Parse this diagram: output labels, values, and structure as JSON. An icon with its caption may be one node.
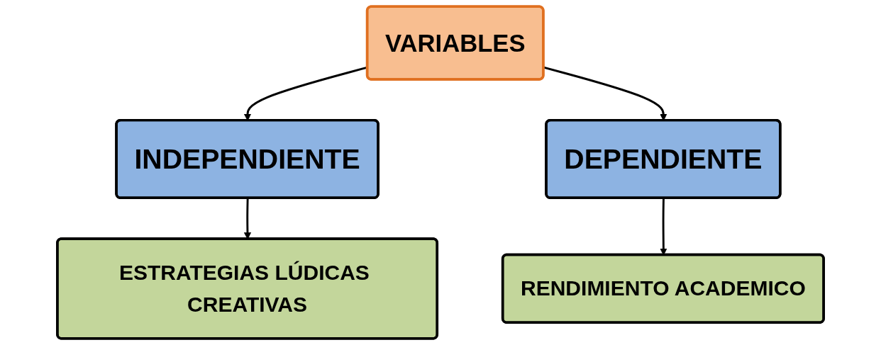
{
  "diagram": {
    "nodes": [
      {
        "text": [
          "VARIABLES"
        ]
      },
      {
        "text": [
          "INDEPENDIENTE"
        ]
      },
      {
        "text": [
          "DEPENDIENTE"
        ]
      },
      {
        "text": [
          "ESTRATEGIAS LÚDICAS CREATIVAS"
        ]
      },
      {
        "text": [
          "RENDIMIENTO ACADEMICO"
        ]
      }
    ],
    "edges": [
      {
        "from": 0,
        "to": 1,
        "arrow": "to"
      },
      {
        "from": 0,
        "to": 2,
        "arrow": "to"
      },
      {
        "from": 1,
        "to": 3,
        "arrow": "to"
      },
      {
        "from": 2,
        "to": 4,
        "arrow": "to"
      }
    ]
  }
}
